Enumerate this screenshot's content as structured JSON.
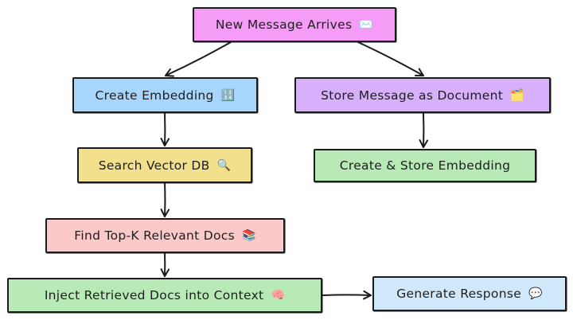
{
  "nodes": {
    "new_message": {
      "label": "New Message Arrives",
      "icon": "✉️",
      "icon_name": "envelope-icon",
      "fill": "#f49cf6"
    },
    "create_embedding": {
      "label": "Create Embedding",
      "icon": "🔢",
      "icon_name": "numbers-icon",
      "fill": "#a8d5fb"
    },
    "store_message": {
      "label": "Store Message as Document",
      "icon": "🗂️",
      "icon_name": "folder-icon",
      "fill": "#d6b0fb"
    },
    "search_vector": {
      "label": "Search Vector DB",
      "icon": "🔍",
      "icon_name": "magnifier-icon",
      "fill": "#f2e08c"
    },
    "create_store": {
      "label": "Create & Store Embedding",
      "icon": "",
      "icon_name": "",
      "fill": "#b8eab7"
    },
    "find_topk": {
      "label": "Find Top-K Relevant Docs",
      "icon": "📚",
      "icon_name": "books-icon",
      "fill": "#fcc9c9"
    },
    "inject": {
      "label": "Inject Retrieved Docs into Context",
      "icon": "🧠",
      "icon_name": "brain-icon",
      "fill": "#b8eab7"
    },
    "generate": {
      "label": "Generate Response",
      "icon": "💬",
      "icon_name": "speech-bubble-icon",
      "fill": "#cfe9fb"
    }
  },
  "edges": [
    {
      "from": "new_message",
      "to": "create_embedding"
    },
    {
      "from": "new_message",
      "to": "store_message"
    },
    {
      "from": "create_embedding",
      "to": "search_vector"
    },
    {
      "from": "store_message",
      "to": "create_store"
    },
    {
      "from": "search_vector",
      "to": "find_topk"
    },
    {
      "from": "find_topk",
      "to": "inject"
    },
    {
      "from": "inject",
      "to": "generate"
    }
  ]
}
